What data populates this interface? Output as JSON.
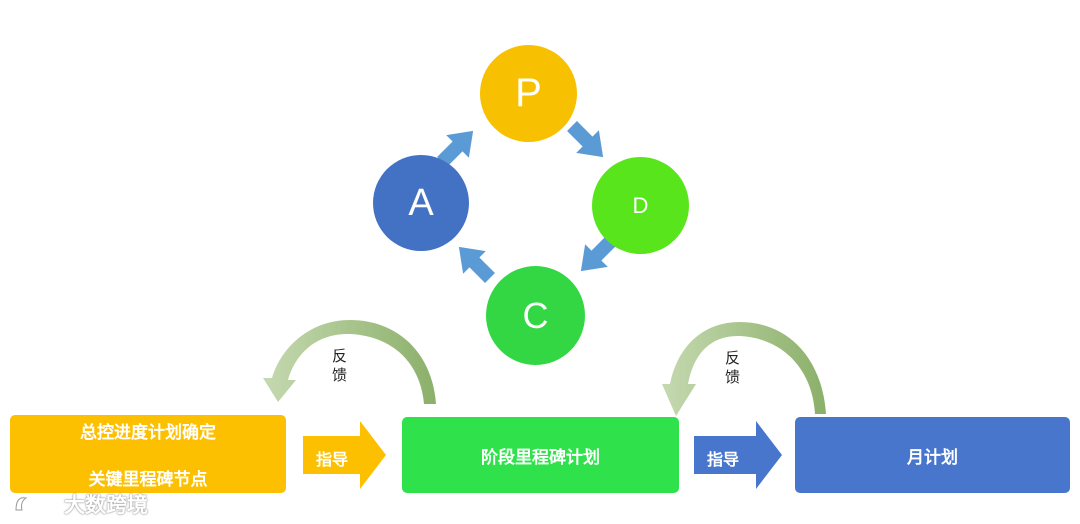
{
  "pdca": {
    "plan": "P",
    "do": "D",
    "check": "C",
    "act": "A"
  },
  "flow": {
    "box_left_line1": "总控进度计划确定",
    "box_left_line2": "关键里程碑节点",
    "box_mid": "阶段里程碑计划",
    "box_right": "月计划",
    "guide_1": "指导",
    "guide_2": "指导",
    "feedback_1": "反馈",
    "feedback_2": "反馈"
  },
  "watermark": {
    "text": "大数跨境"
  },
  "colors": {
    "plan": "#f7c000",
    "do": "#58e51c",
    "check": "#33d744",
    "act": "#4372c5",
    "cycle_arrow": "#5b9bd5",
    "guide_arrow_1": "#fdc000",
    "guide_arrow_2": "#4876cd",
    "feedback_arrow": "#9ab97a"
  }
}
